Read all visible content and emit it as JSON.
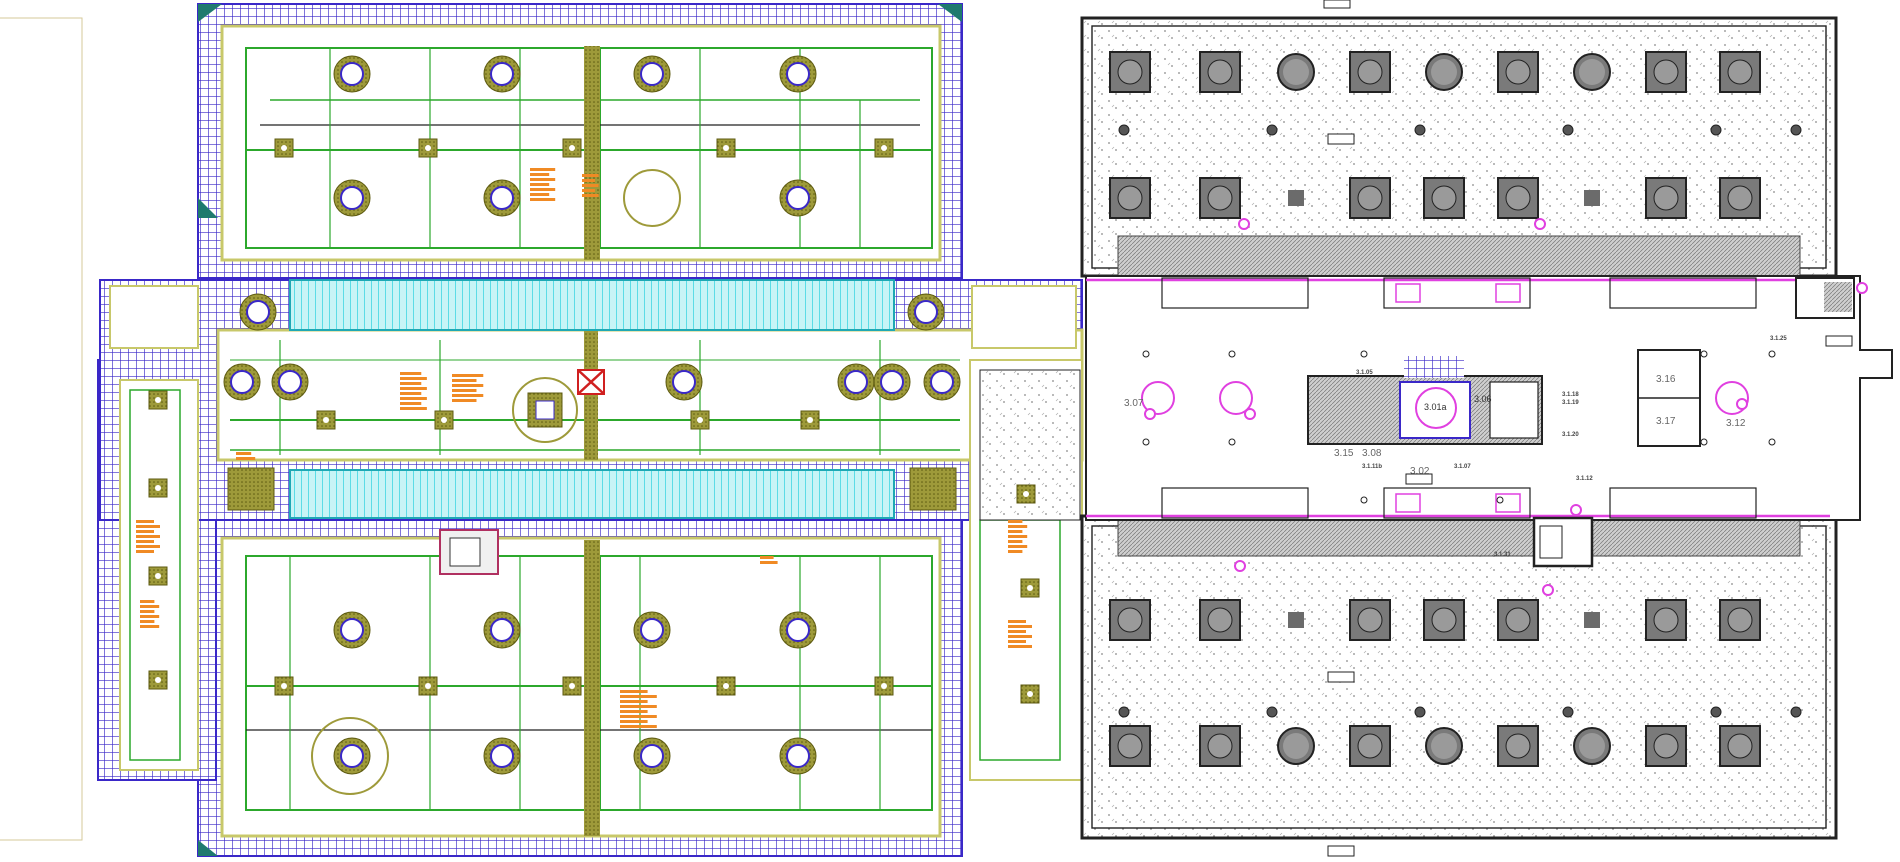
{
  "colors": {
    "background": "#ffffff",
    "grid_blue": "#3a28c8",
    "green_line": "#2ca82c",
    "olive_border": "#c8c86a",
    "cyan_escalator": "#38d4e0",
    "orange_note": "#f08a24",
    "magenta": "#e040e0",
    "gray_hatch": "#9a9a9a",
    "dark_gray": "#555555",
    "teal_corner": "#1f7a6e"
  },
  "left_plan": {
    "icons": [
      "tree-planter",
      "escalator",
      "column-marker",
      "elevator",
      "note-block"
    ]
  },
  "right_plan": {
    "room_labels": {
      "r307": "3.07",
      "r312": "3.12",
      "r316": "3.16",
      "r317": "3.17",
      "r315": "3.15",
      "r308": "3.08",
      "r302": "3.02",
      "r301a": "3.01a",
      "r306": "3.06"
    },
    "shaft_tags": [
      "3.1.05",
      "3.1.18",
      "3.1.19",
      "3.1.20",
      "3.1.11b",
      "3.1.07",
      "3.1.12",
      "3.1.31",
      "3.1.25"
    ]
  }
}
